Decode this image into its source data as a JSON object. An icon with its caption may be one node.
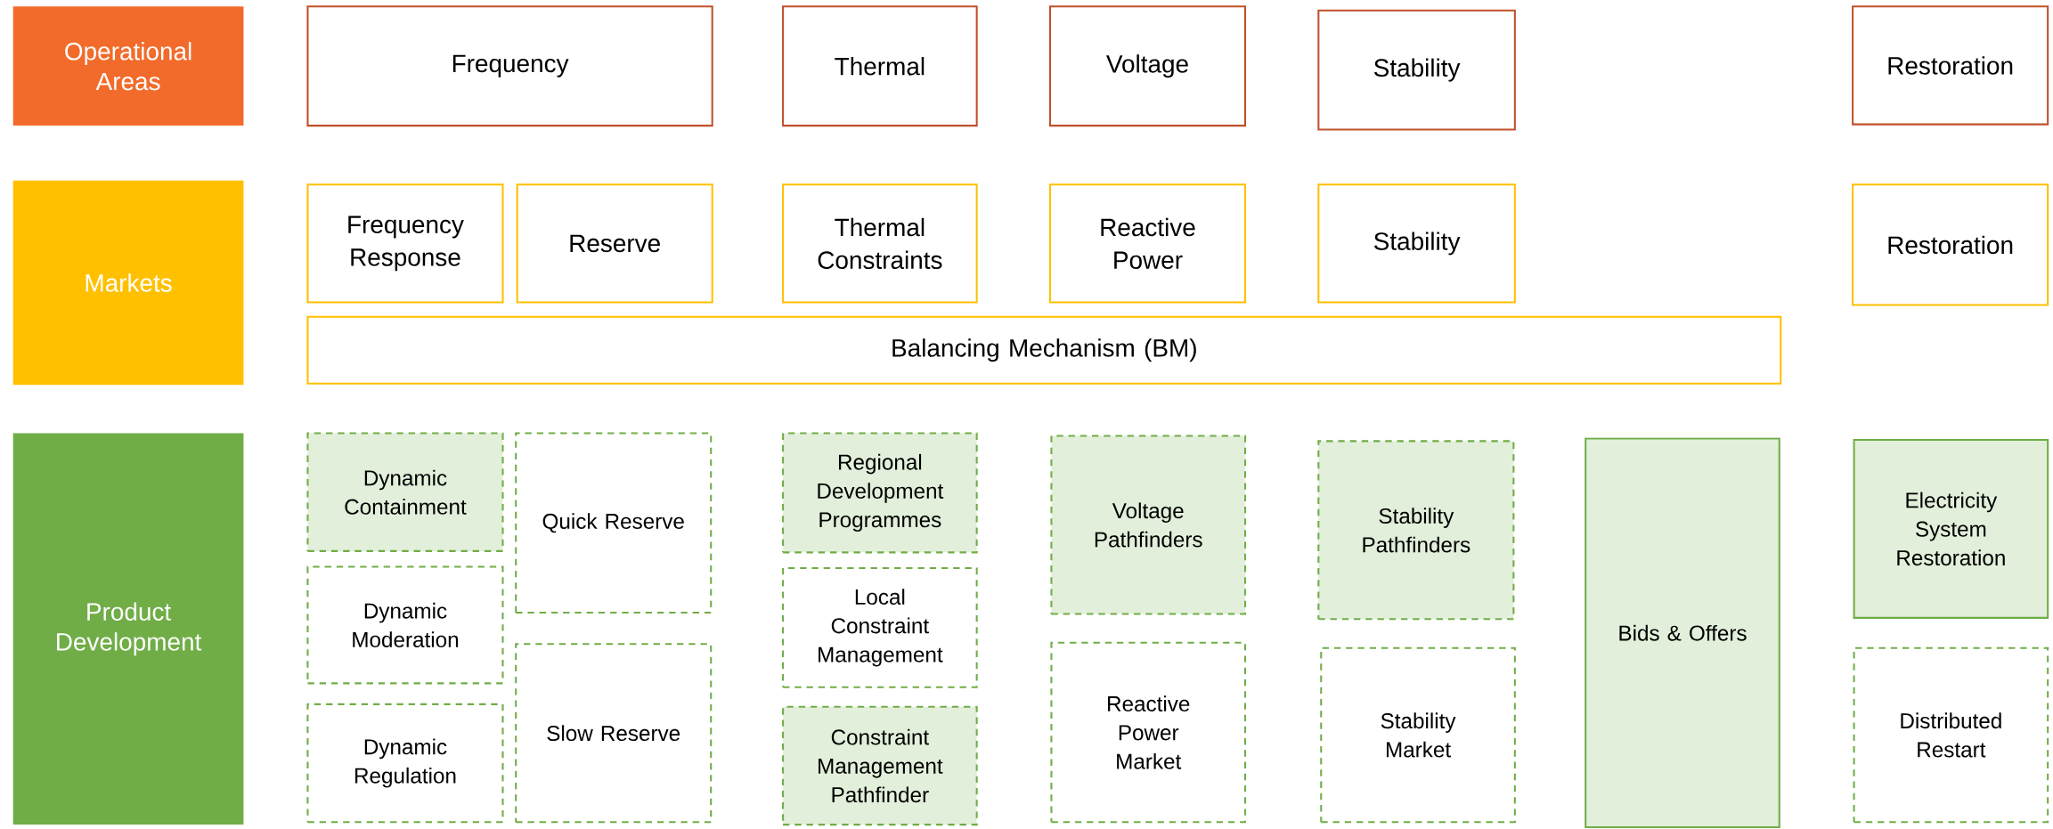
{
  "diagram": {
    "nodes": [
      {
        "text": [
          "Operational Areas"
        ]
      },
      {
        "text": [
          "Frequency"
        ]
      },
      {
        "text": [
          "Thermal"
        ]
      },
      {
        "text": [
          "Voltage"
        ]
      },
      {
        "text": [
          "Stability"
        ]
      },
      {
        "text": [
          "Restoration"
        ]
      },
      {
        "text": [
          "Markets"
        ]
      },
      {
        "text": [
          "Frequency Response"
        ]
      },
      {
        "text": [
          "Reserve"
        ]
      },
      {
        "text": [
          "Thermal Constraints"
        ]
      },
      {
        "text": [
          "Reactive Power"
        ]
      },
      {
        "text": [
          "Stability"
        ]
      },
      {
        "text": [
          "Restoration"
        ]
      },
      {
        "text": [
          "Balancing Mechanism (BM)"
        ]
      },
      {
        "text": [
          "Product Development"
        ]
      },
      {
        "text": [
          "Dynamic Containment"
        ]
      },
      {
        "text": [
          "Quick Reserve"
        ]
      },
      {
        "text": [
          "Dynamic Moderation"
        ]
      },
      {
        "text": [
          "Slow Reserve"
        ]
      },
      {
        "text": [
          "Dynamic Regulation"
        ]
      },
      {
        "text": [
          "Regional Development Programmes"
        ]
      },
      {
        "text": [
          "Local Constraint Management"
        ]
      },
      {
        "text": [
          "Constraint Management Pathfinder"
        ]
      },
      {
        "text": [
          "Voltage Pathfinders"
        ]
      },
      {
        "text": [
          "Reactive Power Market"
        ]
      },
      {
        "text": [
          "Stability Pathfinders"
        ]
      },
      {
        "text": [
          "Stability Market"
        ]
      },
      {
        "text": [
          "Bids & Offers"
        ]
      },
      {
        "text": [
          "Electricity System Restoration"
        ]
      },
      {
        "text": [
          "Distributed Restart"
        ]
      }
    ]
  }
}
